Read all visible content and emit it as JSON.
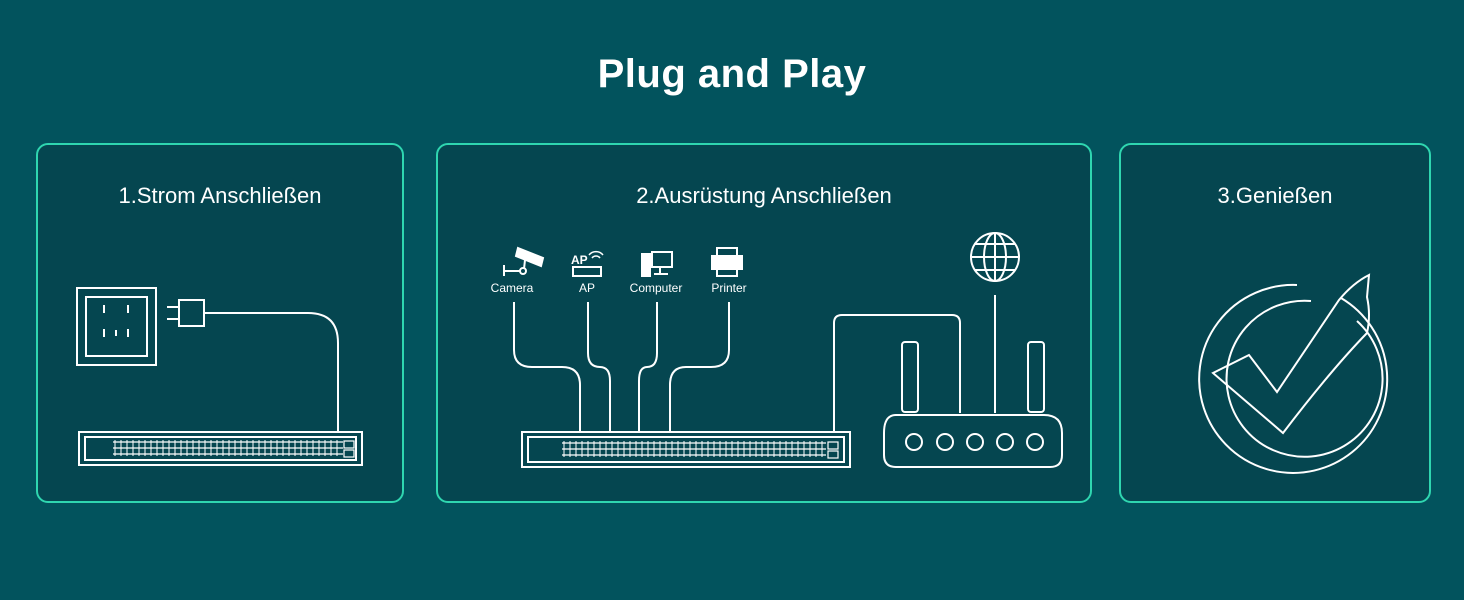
{
  "title": "Plug and Play",
  "steps": [
    {
      "label": "1.Strom Anschließen"
    },
    {
      "label": "2.Ausrüstung Anschließen"
    },
    {
      "label": "3.Genießen"
    }
  ],
  "devices": [
    {
      "label": "Camera",
      "icon": "camera-icon"
    },
    {
      "label": "AP",
      "icon": "access-point-icon"
    },
    {
      "label": "Computer",
      "icon": "computer-icon"
    },
    {
      "label": "Printer",
      "icon": "printer-icon"
    }
  ],
  "colors": {
    "background": "#02535d",
    "panel": "#054650",
    "panel_border": "#2fd6b0",
    "line": "#ffffff"
  }
}
